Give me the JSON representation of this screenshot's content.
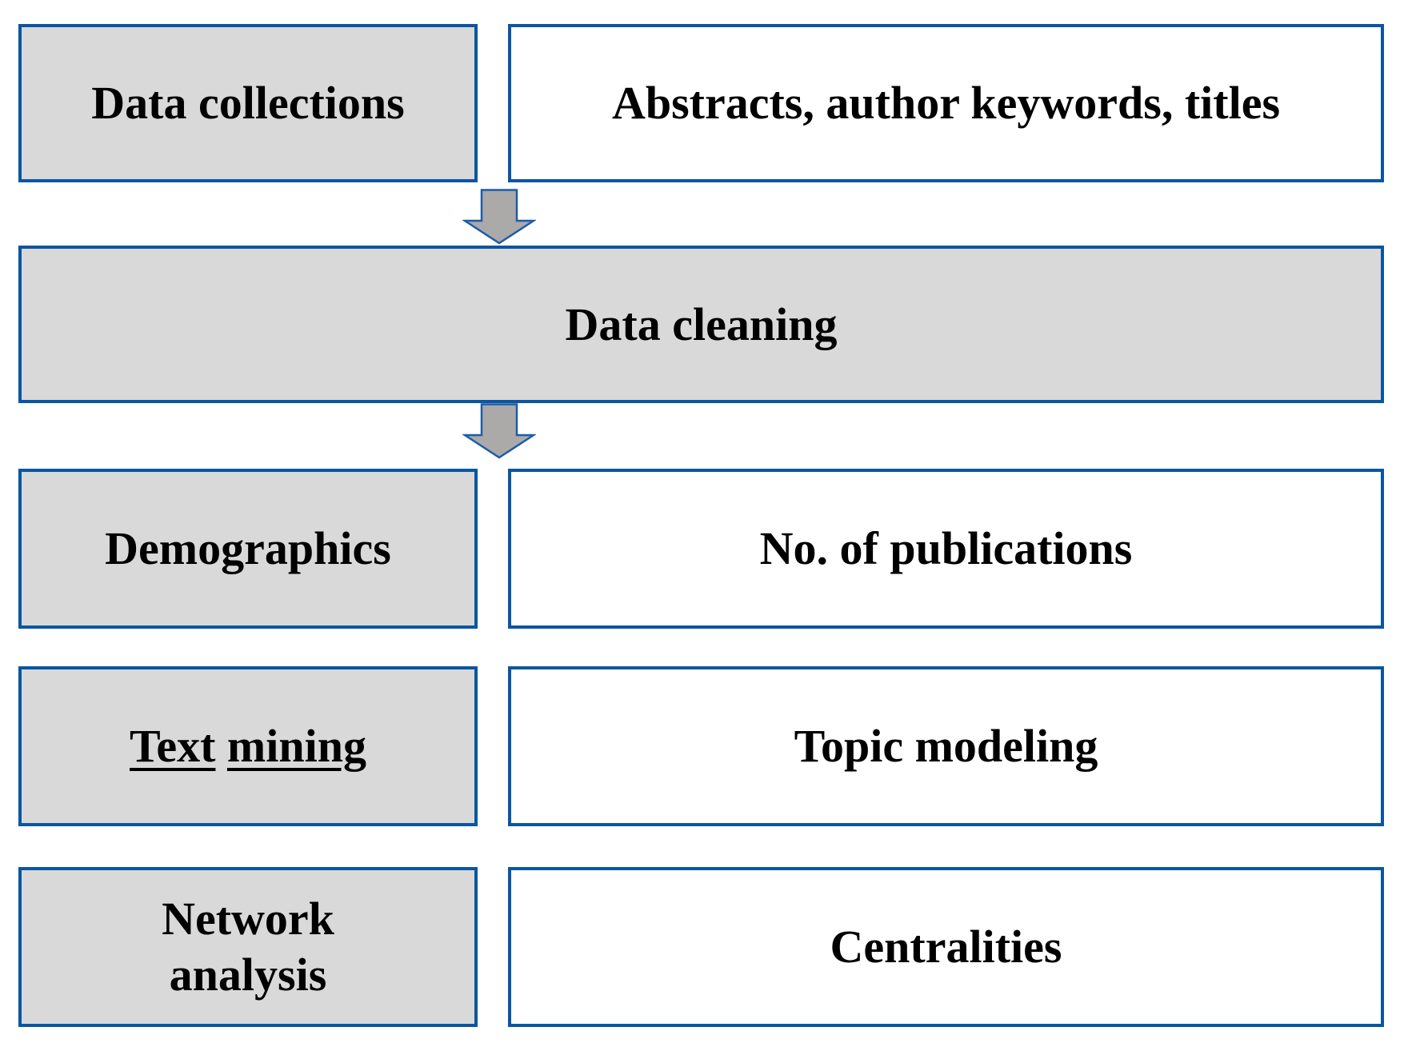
{
  "colors": {
    "box_border": "#0B56A0",
    "gray_fill": "#D9D9D9",
    "white_fill": "#FFFFFF",
    "arrow_fill": "#ACA9A9",
    "arrow_outline": "#1C5CA8",
    "text_color": "#000000",
    "page_bg": "#FFFFFF"
  },
  "icons": {
    "down_arrow": "down-arrow"
  },
  "flowchart": {
    "row1": {
      "left": "Data collections",
      "right": "Abstracts, author keywords, titles"
    },
    "row2": {
      "full": "Data cleaning"
    },
    "row3": {
      "left": "Demographics",
      "right": "No. of publications"
    },
    "row4": {
      "left_words": [
        "Text",
        "mining"
      ],
      "right": "Topic modeling"
    },
    "row5": {
      "left_lines": [
        "Network",
        "analysis"
      ],
      "right": "Centralities"
    }
  }
}
